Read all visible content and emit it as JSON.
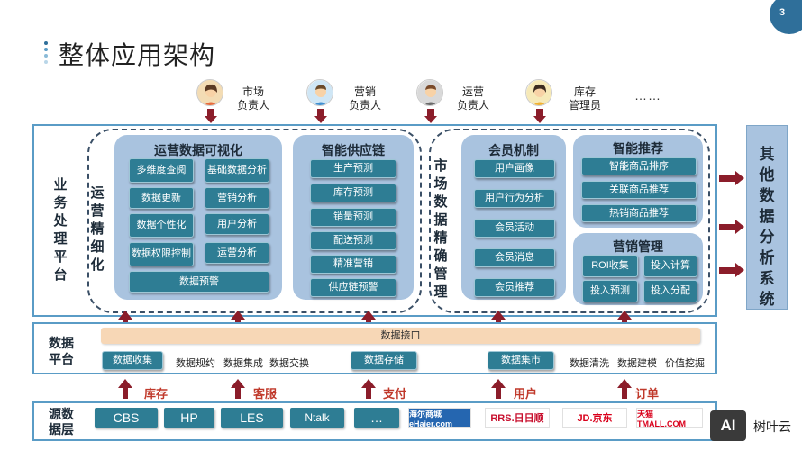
{
  "page_title": "整体应用架构",
  "page_number": "3",
  "roles": [
    {
      "label_line1": "市场",
      "label_line2": "负责人",
      "avatar": "female-avatar-icon"
    },
    {
      "label_line1": "营销",
      "label_line2": "负责人",
      "avatar": "male-avatar-icon"
    },
    {
      "label_line1": "运营",
      "label_line2": "负责人",
      "avatar": "male-avatar-icon"
    },
    {
      "label_line1": "库存",
      "label_line2": "管理员",
      "avatar": "female-avatar-icon"
    }
  ],
  "roles_more": "……",
  "business_layer": {
    "label": "业务处理平台",
    "ops_label": "运营精细化",
    "market_label": "市场数据精确管理",
    "viz": {
      "title": "运营数据可视化",
      "items": [
        "多维度查阅",
        "基础数据分析",
        "数据更新",
        "营销分析",
        "数据个性化",
        "用户分析",
        "数据权限控制",
        "运营分析"
      ],
      "wide_item": "数据预警"
    },
    "supply": {
      "title": "智能供应链",
      "items": [
        "生产预测",
        "库存预测",
        "销量预测",
        "配送预测",
        "精准营销",
        "供应链预警"
      ]
    },
    "member": {
      "title": "会员机制",
      "items": [
        "用户画像",
        "用户行为分析",
        "会员活动",
        "会员消息",
        "会员推荐"
      ]
    },
    "recommend": {
      "title": "智能推荐",
      "items": [
        "智能商品排序",
        "关联商品推荐",
        "热销商品推荐"
      ]
    },
    "marketing": {
      "title": "营销管理",
      "items": [
        "ROI收集",
        "投入计算",
        "投入预测",
        "投入分配"
      ]
    }
  },
  "other_systems": "其他数据分析系统",
  "data_platform": {
    "label": "数据平台",
    "interface": "数据接口",
    "box_collect": "数据收集",
    "text_a": "数据规约",
    "text_b": "数据集成",
    "text_c": "数据交换",
    "box_store": "数据存储",
    "box_mart": "数据集市",
    "text_d": "数据清洗",
    "text_e": "数据建模",
    "text_f": "价值挖掘"
  },
  "flow_labels": [
    "库存",
    "客服",
    "支付",
    "用户",
    "订单"
  ],
  "source_layer": {
    "label": "源数据层",
    "systems": [
      "CBS",
      "HP",
      "LES",
      "Ntalk",
      "…"
    ],
    "logos": [
      "海尔商城 eHaier.com",
      "RRS.日日顺",
      "JD.京东",
      "天猫 TMALL.COM"
    ]
  },
  "watermark": "树叶云",
  "watermark_mark": "AI",
  "colors": {
    "primary": "#2e7d94",
    "arrow": "#8b1d2a",
    "panel": "#a9c3df",
    "frame": "#5a9cc6",
    "accent_label": "#c0392b"
  }
}
